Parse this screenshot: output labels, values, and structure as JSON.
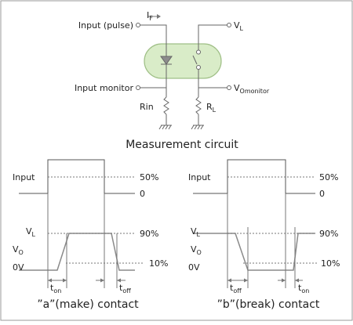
{
  "circuit": {
    "input_pulse": "Input (pulse)",
    "if_label": "I",
    "if_sub": "F",
    "vl_label": "V",
    "vl_sub": "L",
    "input_monitor": "Input monitor",
    "vo_label": "V",
    "vo_sub": "Omonitor",
    "rin": "Rin",
    "rl_label": "R",
    "rl_sub": "L",
    "caption": "Measurement circuit"
  },
  "make": {
    "input": "Input",
    "p50": "50%",
    "zero": "0",
    "vl": "V",
    "vl_sub": "L",
    "p90": "90%",
    "vo": "V",
    "vo_sub": "O",
    "p10": "10%",
    "zero_v": "0V",
    "ton": "t",
    "ton_sub": "on",
    "toff": "t",
    "toff_sub": "off",
    "caption": "”a”(make) contact"
  },
  "brk": {
    "input": "Input",
    "p50": "50%",
    "zero": "0",
    "vl": "V",
    "vl_sub": "L",
    "p90": "90%",
    "vo": "V",
    "vo_sub": "O",
    "p10": "10%",
    "zero_v": "0V",
    "toff": "t",
    "toff_sub": "off",
    "ton": "t",
    "ton_sub": "on",
    "caption": "”b”(break) contact"
  },
  "colors": {
    "panel_border": "#9a9a9a",
    "coupler_fill": "#d9ecc8",
    "coupler_stroke": "#9fbf86",
    "led_fill": "#8c8c8c",
    "wave": "#555555",
    "response": "#8a8a8a"
  }
}
